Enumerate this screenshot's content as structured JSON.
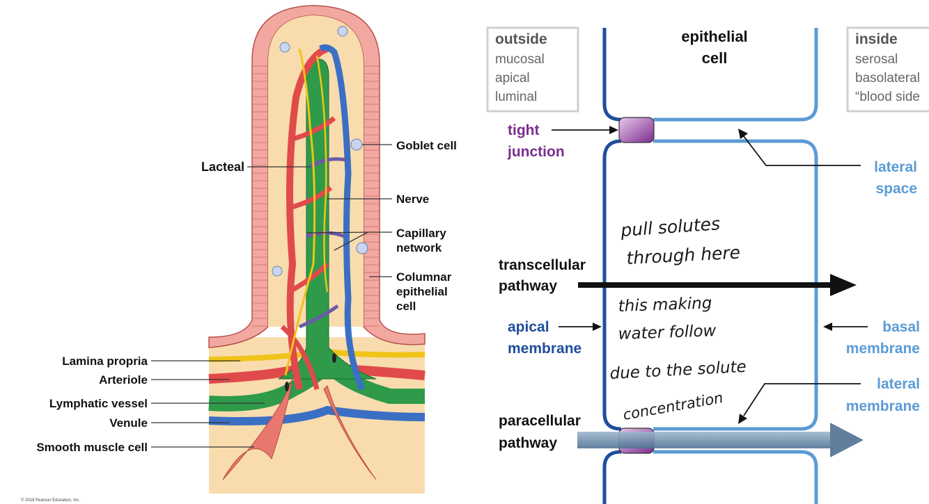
{
  "villus": {
    "labels": {
      "goblet_cell": "Goblet cell",
      "lacteal": "Lacteal",
      "nerve": "Nerve",
      "capillary_network_1": "Capillary",
      "capillary_network_2": "network",
      "columnar_1": "Columnar",
      "columnar_2": "epithelial",
      "columnar_3": "cell",
      "lamina_propria": "Lamina propria",
      "arteriole": "Arteriole",
      "lymphatic_vessel": "Lymphatic vessel",
      "venule": "Venule",
      "smooth_muscle": "Smooth muscle cell"
    },
    "copyright": "© 2018 Pearson Education, Inc."
  },
  "transport": {
    "outside_box": {
      "title": "outside",
      "lines": [
        "mucosal",
        "apical",
        "luminal"
      ]
    },
    "inside_box": {
      "title": "inside",
      "lines": [
        "serosal",
        "basolateral",
        "“blood side"
      ]
    },
    "epithelial_cell_1": "epithelial",
    "epithelial_cell_2": "cell",
    "tight_junction_1": "tight",
    "tight_junction_2": "junction",
    "lateral_space_1": "lateral",
    "lateral_space_2": "space",
    "transcellular_1": "transcellular",
    "transcellular_2": "pathway",
    "apical_membrane_1": "apical",
    "apical_membrane_2": "membrane",
    "basal_membrane_1": "basal",
    "basal_membrane_2": "membrane",
    "lateral_membrane_1": "lateral",
    "lateral_membrane_2": "membrane",
    "paracellular_1": "paracellular",
    "paracellular_2": "pathway",
    "handwriting": {
      "line1": "pull solutes",
      "line2": "through here",
      "line3": "this making",
      "line4": "water follow",
      "line5": "due to the solute",
      "line6": "concentration"
    }
  },
  "colors": {
    "dark_blue": "#1f4e9c",
    "light_blue": "#5b9bd5",
    "purple": "#7b2d8e",
    "epithelium": "#f2a8a0",
    "lamina": "#f9dcae",
    "artery": "#e04a4a",
    "vein": "#3b6fc4",
    "lymph": "#2e9a4a",
    "nerve": "#f0c419"
  }
}
